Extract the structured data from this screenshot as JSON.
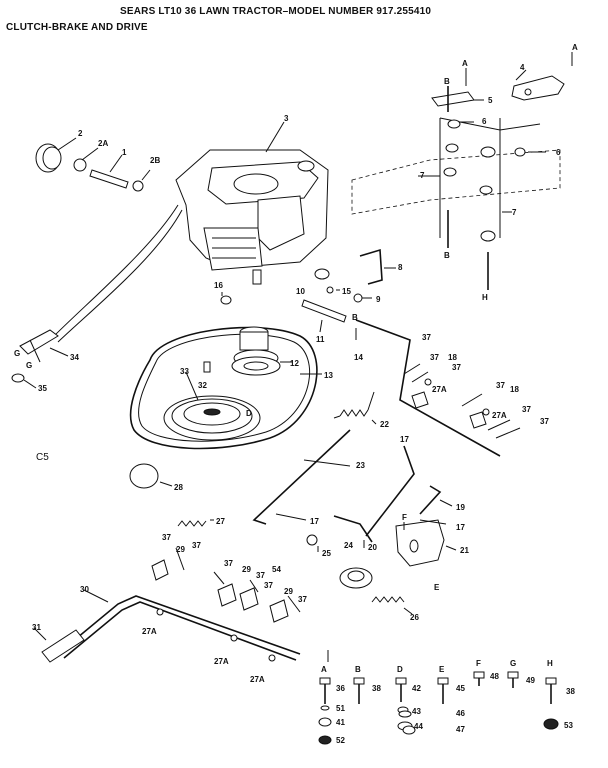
{
  "header": {
    "title": "SEARS LT10 36 LAWN TRACTOR–MODEL NUMBER 917.255410",
    "subtitle": "CLUTCH-BRAKE AND DRIVE"
  },
  "side_code": "C5",
  "callouts": {
    "n1": "1",
    "n2": "2",
    "n2A": "2A",
    "n2B": "2B",
    "n3": "3",
    "n4": "4",
    "n5": "5",
    "n6a": "6",
    "n6b": "6",
    "n7a": "7",
    "n7b": "7",
    "n8": "8",
    "n9": "9",
    "n10": "10",
    "n11": "11",
    "n12": "12",
    "n13": "13",
    "n14": "14",
    "n15": "15",
    "n16": "16",
    "n17a": "17",
    "n17b": "17",
    "n17c": "17",
    "n18a": "18",
    "n18b": "18",
    "n19": "19",
    "n20": "20",
    "n21": "21",
    "n22": "22",
    "n23": "23",
    "n24": "24",
    "n25": "25",
    "n26": "26",
    "n27": "27",
    "n27Aa": "27A",
    "n27Ab": "27A",
    "n27Ac": "27A",
    "n27Ad": "27A",
    "n27Ae": "27A",
    "n28": "28",
    "n29a": "29",
    "n29b": "29",
    "n29c": "29",
    "n30": "30",
    "n31": "31",
    "n32": "32",
    "n33": "33",
    "n34": "34",
    "n35": "35",
    "n37a": "37",
    "n37b": "37",
    "n37c": "37",
    "n37d": "37",
    "n37e": "37",
    "n37f": "37",
    "n37g": "37",
    "n37h": "37",
    "n37i": "37",
    "n37j": "37",
    "n37k": "37",
    "n37l": "37",
    "n54": "54"
  },
  "letters": {
    "A1": "A",
    "A2": "A",
    "B1": "B",
    "B2": "B",
    "B3": "B",
    "D1": "D",
    "E1": "E",
    "F1": "F",
    "G1": "G",
    "G2": "G",
    "H1": "H"
  },
  "hardware": [
    {
      "letter": "A",
      "part": "36",
      "washers": [
        "51",
        "41",
        "52"
      ]
    },
    {
      "letter": "B",
      "part": "38",
      "washers": []
    },
    {
      "letter": "D",
      "part": "42",
      "washers": [
        "43",
        "44"
      ]
    },
    {
      "letter": "E",
      "part": "45",
      "washers": [
        "46",
        "47"
      ]
    },
    {
      "letter": "F",
      "part": "48",
      "washers": []
    },
    {
      "letter": "G",
      "part": "49",
      "washers": []
    },
    {
      "letter": "H",
      "part": "38",
      "washers": [
        "53"
      ]
    }
  ]
}
